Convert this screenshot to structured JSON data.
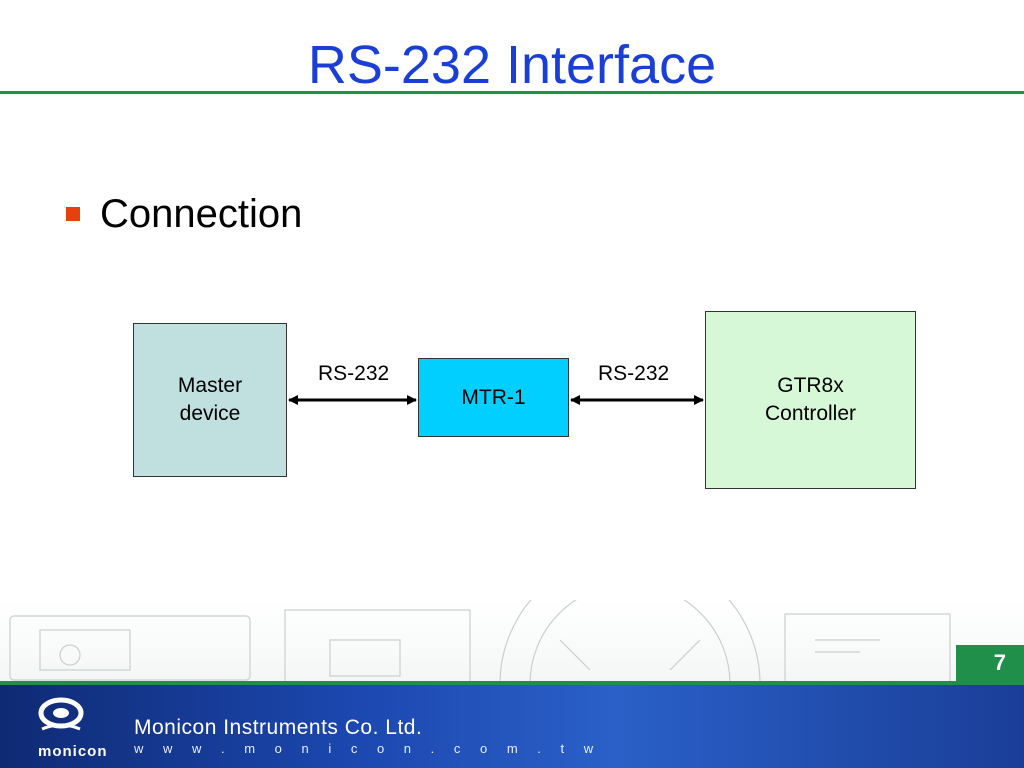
{
  "title": "RS-232 Interface",
  "bullet": {
    "text": "Connection"
  },
  "diagram": {
    "nodes": [
      {
        "id": "master",
        "lines": [
          "Master",
          "device"
        ],
        "color": "#c0e0e0"
      },
      {
        "id": "mtr1",
        "lines": [
          "MTR-1"
        ],
        "color": "#00cfff"
      },
      {
        "id": "gtr8x",
        "lines": [
          "GTR8x",
          "Controller"
        ],
        "color": "#d6f8d6"
      }
    ],
    "edges": [
      {
        "from": "master",
        "to": "mtr1",
        "label": "RS-232",
        "bidirectional": true
      },
      {
        "from": "mtr1",
        "to": "gtr8x",
        "label": "RS-232",
        "bidirectional": true
      }
    ]
  },
  "page_number": "7",
  "footer": {
    "logo_text": "monicon",
    "company": "Monicon Instruments Co. Ltd.",
    "website": "w w w . m o n i c o n . c o m . t w"
  },
  "colors": {
    "title": "#1a3fd6",
    "accent_green": "#1f8f4a",
    "bullet": "#e8400c",
    "footer_blue": "#1c48b0"
  }
}
